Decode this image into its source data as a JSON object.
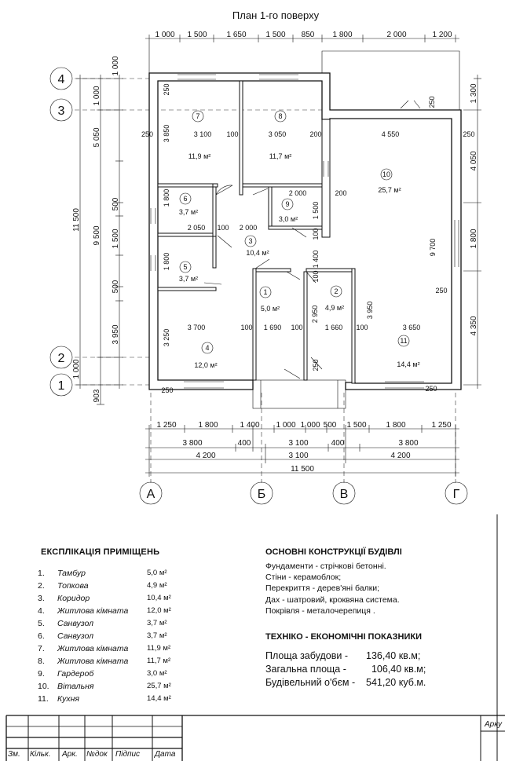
{
  "plan": {
    "title": "План 1-го поверху",
    "dims_top": [
      "1 000",
      "1 500",
      "1 650",
      "1 500",
      "850",
      "1 800",
      "2 000",
      "1 200"
    ],
    "dims_left_outer": [
      "1 000",
      "11 500"
    ],
    "dims_left_mid": [
      "5 050",
      "9 500",
      "1 000",
      "903"
    ],
    "dims_left_inner": [
      "1 000",
      "3 850",
      "1 800",
      "500",
      "1 500",
      "1 800",
      "500",
      "3 950",
      "3 250",
      "1 000"
    ],
    "dims_right": [
      "1 300",
      "4 050",
      "1 800",
      "4 350"
    ],
    "dims_bottom_1": [
      "1 250",
      "1 800",
      "1 400",
      "1 000",
      "1 000",
      "500",
      "1 500",
      "1 800",
      "1 250"
    ],
    "dims_bottom_2": [
      "3 800",
      "400",
      "3 100",
      "400",
      "3 800"
    ],
    "dims_bottom_3": [
      "4 200",
      "3 100",
      "4 200"
    ],
    "dims_bottom_4": "11 500",
    "axes_rows": [
      "4",
      "3",
      "2",
      "1"
    ],
    "axes_cols": [
      "А",
      "Б",
      "В",
      "Г"
    ],
    "inner_dims": {
      "w250a": "250",
      "r7w": "3 100",
      "w100a": "100",
      "r8w": "3 050",
      "w200a": "200",
      "r10w": "4 550",
      "w250b": "250",
      "r9w": "2 000",
      "w200b": "200",
      "r6w": "2 050",
      "w100b": "100",
      "r3w": "2 000",
      "r1h": "1 400",
      "w100c": "100",
      "r4w": "3 700",
      "w100d": "100",
      "r1w": "1 690",
      "w100e": "100",
      "r2h": "2 950",
      "w100f": "100",
      "r2w": "1 660",
      "w100g": "100",
      "r11w": "3 650",
      "r11h": "3 950",
      "h1500": "1 500",
      "h9700": "9 700",
      "w250c": "250",
      "w250d": "250",
      "w250e": "250",
      "w250f": "250",
      "w250g": "250",
      "w250h": "250"
    },
    "rooms": [
      {
        "num": "7",
        "area": "11,9 м²"
      },
      {
        "num": "8",
        "area": "11,7 м²"
      },
      {
        "num": "10",
        "area": "25,7 м²"
      },
      {
        "num": "6",
        "area": "3,7 м²"
      },
      {
        "num": "9",
        "area": "3,0 м²"
      },
      {
        "num": "3",
        "area": "10,4 м²"
      },
      {
        "num": "5",
        "area": "3,7 м²"
      },
      {
        "num": "1",
        "area": "5,0 м²"
      },
      {
        "num": "2",
        "area": "4,9 м²"
      },
      {
        "num": "4",
        "area": "12,0 м²"
      },
      {
        "num": "11",
        "area": "14,4 м²"
      }
    ]
  },
  "explication": {
    "title": "ЕКСПЛІКАЦІЯ ПРИМІЩЕНЬ",
    "rows": [
      {
        "n": "1.",
        "name": "Тамбур",
        "area": "5,0 м²"
      },
      {
        "n": "2.",
        "name": "Топкова",
        "area": "4,9 м²"
      },
      {
        "n": "3.",
        "name": "Коридор",
        "area": "10,4 м²"
      },
      {
        "n": "4.",
        "name": "Житлова кімната",
        "area": "12,0 м²"
      },
      {
        "n": "5.",
        "name": "Санвузол",
        "area": "3,7 м²"
      },
      {
        "n": "6.",
        "name": "Санвузол",
        "area": "3,7 м²"
      },
      {
        "n": "7.",
        "name": "Житлова кімната",
        "area": "11,9 м²"
      },
      {
        "n": "8.",
        "name": "Житлова кімната",
        "area": "11,7 м²"
      },
      {
        "n": "9.",
        "name": "Гардероб",
        "area": "3,0 м²"
      },
      {
        "n": "10.",
        "name": "Вітальня",
        "area": "25,7 м²"
      },
      {
        "n": "11.",
        "name": "Кухня",
        "area": "14,4 м²"
      }
    ]
  },
  "construction": {
    "title": "ОСНОВНІ КОНСТРУКЦІЇ БУДІВЛІ",
    "items": [
      "Фундаменти - стрічкові бетонні.",
      "Стіни -  керамоблок;",
      "Перекриття - дерев'яні балки;",
      "Дах - шатровий, кроквяна система.",
      "Покрівля - металочерепиця ."
    ]
  },
  "tech": {
    "title": "ТЕХНІКО - ЕКОНОМІЧНІ ПОКАЗНИКИ",
    "rows": [
      {
        "label": "Площа забудови -",
        "value": "136,40 кв.м;"
      },
      {
        "label": "Загальна площа -",
        "value": "  106,40 кв.м;"
      },
      {
        "label": "Будівельний о'бєм -",
        "value": "541,20 куб.м."
      }
    ]
  },
  "stamp": {
    "cols": [
      "Зм.",
      "Кільк.",
      "Арк.",
      "№док",
      "Підпис",
      "Дата"
    ],
    "side_label": "Арку"
  }
}
